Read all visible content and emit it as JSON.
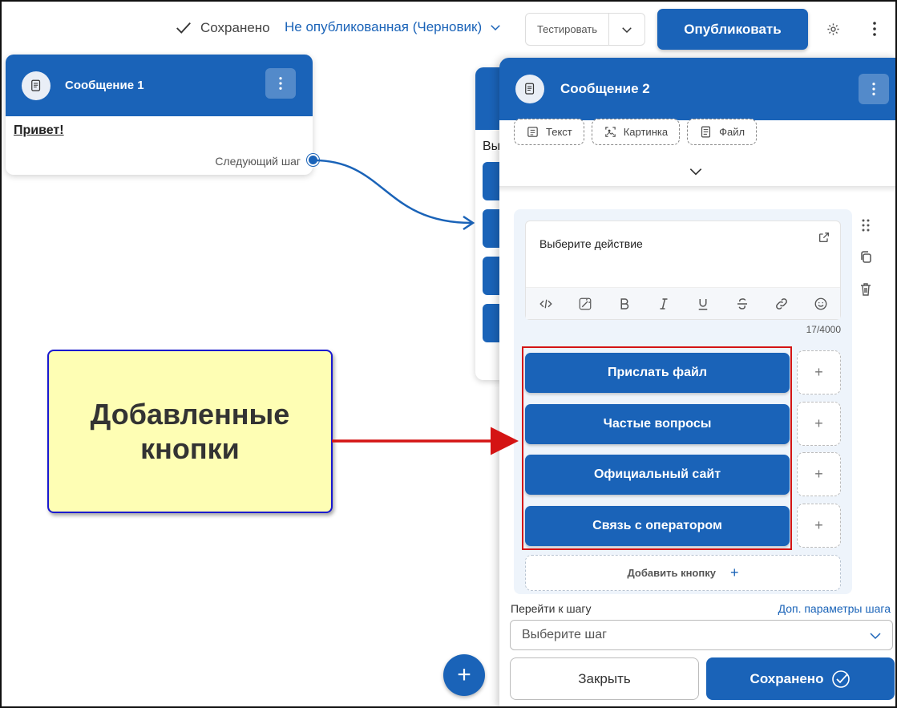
{
  "topbar": {
    "status": "Сохранено",
    "draft_state": "Не опубликованная (Черновик)",
    "test_label": "Тестировать",
    "publish_label": "Опубликовать"
  },
  "card1": {
    "title": "Сообщение 1",
    "text": "Привет!",
    "next_step": "Следующий шаг"
  },
  "card2": {
    "text_fragment": "Вы"
  },
  "panel": {
    "title": "Сообщение 2",
    "chips": [
      {
        "label": "Текст",
        "icon": "text-icon"
      },
      {
        "label": "Картинка",
        "icon": "image-icon"
      },
      {
        "label": "Файл",
        "icon": "file-icon"
      }
    ],
    "editor_text": "Выберите действие",
    "counter": "17/4000",
    "buttons": [
      "Прислать файл",
      "Частые вопросы",
      "Официальный сайт",
      "Связь с оператором"
    ],
    "plus": "+",
    "add_button": "Добавить кнопку",
    "goto_label": "Перейти к шагу",
    "extra_params": "Доп. параметры шага",
    "step_placeholder": "Выберите шаг",
    "close_label": "Закрыть",
    "saved_label": "Сохранено"
  },
  "fab": "+",
  "annotation": {
    "line1": "Добавленные",
    "line2": "кнопки"
  },
  "colors": {
    "primary": "#1a63b8",
    "annotation_bg": "#fefeb4",
    "annotation_border": "#1a1ad0",
    "highlight": "#d41414"
  }
}
